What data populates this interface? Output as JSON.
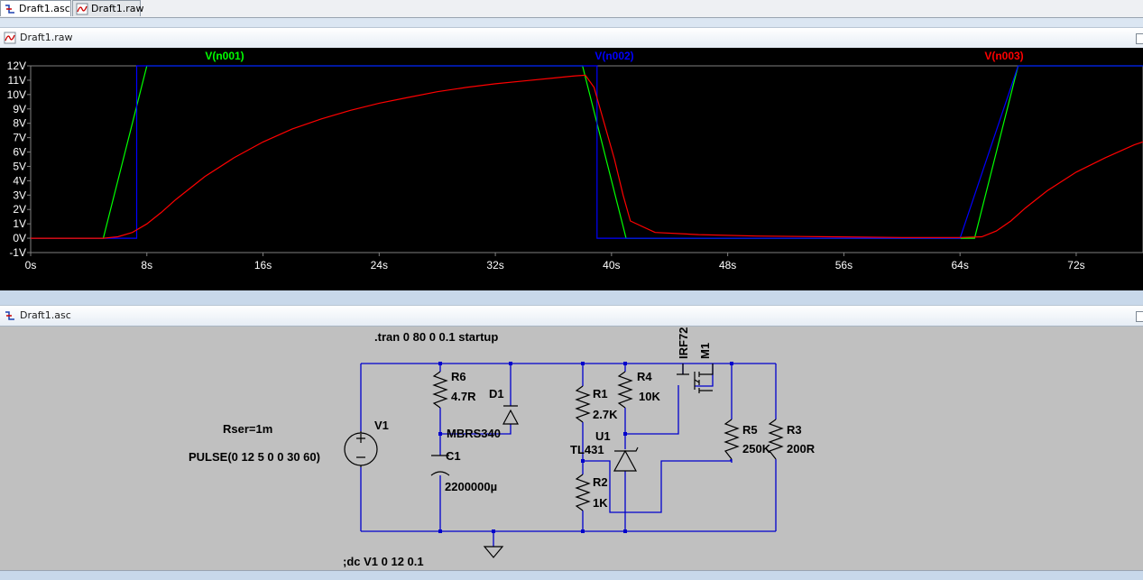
{
  "tabs": [
    {
      "label": "Draft1.asc",
      "active": true,
      "icon": "schematic-icon"
    },
    {
      "label": "Draft1.raw",
      "active": false,
      "icon": "waveform-icon"
    }
  ],
  "waveform_panel": {
    "title": "Draft1.raw",
    "icon": "waveform-icon"
  },
  "schematic_panel": {
    "title": "Draft1.asc",
    "icon": "schematic-icon"
  },
  "traces": [
    {
      "name": "V(n001)",
      "color": "#00ff00"
    },
    {
      "name": "V(n002)",
      "color": "#0000ff"
    },
    {
      "name": "V(n003)",
      "color": "#ff0000"
    }
  ],
  "chart_data": {
    "type": "line",
    "background": "#000000",
    "xlabel": "",
    "ylabel": "",
    "xlim": [
      0,
      80
    ],
    "ylim": [
      -1,
      12
    ],
    "xticks": [
      "0s",
      "8s",
      "16s",
      "24s",
      "32s",
      "40s",
      "48s",
      "56s",
      "64s",
      "72s"
    ],
    "yticks": [
      "12V",
      "11V",
      "10V",
      "9V",
      "8V",
      "7V",
      "6V",
      "5V",
      "4V",
      "3V",
      "2V",
      "1V",
      "0V",
      "-1V"
    ],
    "series": [
      {
        "name": "V(n001)",
        "color": "#00ff00",
        "x": [
          0,
          5,
          8,
          38,
          41,
          65,
          68,
          80
        ],
        "y": [
          0,
          0,
          12,
          12,
          0,
          0,
          12,
          12
        ]
      },
      {
        "name": "V(n002)",
        "color": "#0000ff",
        "x": [
          0,
          7.3,
          7.3,
          8,
          38,
          39,
          39,
          64,
          68,
          80
        ],
        "y": [
          0,
          0,
          12,
          12,
          12,
          12,
          0,
          0,
          12,
          12
        ]
      },
      {
        "name": "V(n003)",
        "color": "#ff0000",
        "x": [
          0,
          5,
          6,
          7,
          8,
          9,
          10,
          12,
          14,
          16,
          18,
          20,
          22,
          24,
          26,
          28,
          30,
          32,
          34,
          36,
          37.5,
          38.2,
          38.8,
          39.5,
          40.2,
          40.8,
          41.3,
          43,
          46,
          50,
          55,
          60,
          64,
          65.5,
          66.5,
          67.5,
          68.5,
          70,
          72,
          74,
          76,
          78,
          80
        ],
        "y": [
          0,
          0,
          0.1,
          0.4,
          1,
          1.8,
          2.7,
          4.3,
          5.6,
          6.7,
          7.6,
          8.3,
          8.9,
          9.4,
          9.8,
          10.2,
          10.5,
          10.75,
          10.95,
          11.15,
          11.3,
          11.35,
          10.5,
          8,
          5.5,
          3,
          1.2,
          0.4,
          0.25,
          0.15,
          0.1,
          0.05,
          0.05,
          0.1,
          0.5,
          1.2,
          2.1,
          3.3,
          4.6,
          5.6,
          6.5,
          7.2,
          7.7
        ]
      }
    ]
  },
  "schematic": {
    "directive_tran": ".tran 0 80 0 0.1 startup",
    "directive_dc": ";dc V1 0 12 0.1",
    "v1_name": "V1",
    "v1_rser": "Rser=1m",
    "v1_value": "PULSE(0 12 5 0 0 30 60)",
    "r6_name": "R6",
    "r6_value": "4.7R",
    "d1_name": "D1",
    "d1_value": "MBRS340",
    "c1_name": "C1",
    "c1_value": "2200000µ",
    "r1_name": "R1",
    "r1_value": "2.7K",
    "r2_name": "R2",
    "r2_value": "1K",
    "r4_name": "R4",
    "r4_value": "10K",
    "u1_name": "U1",
    "u1_value": "TL431",
    "m1_name": "M1",
    "m1_value": "IRF72",
    "r5_name": "R5",
    "r5_value": "250K",
    "r3_name": "R3",
    "r3_value": "200R",
    "wire_color": "#0000cc",
    "component_color": "#000000"
  }
}
